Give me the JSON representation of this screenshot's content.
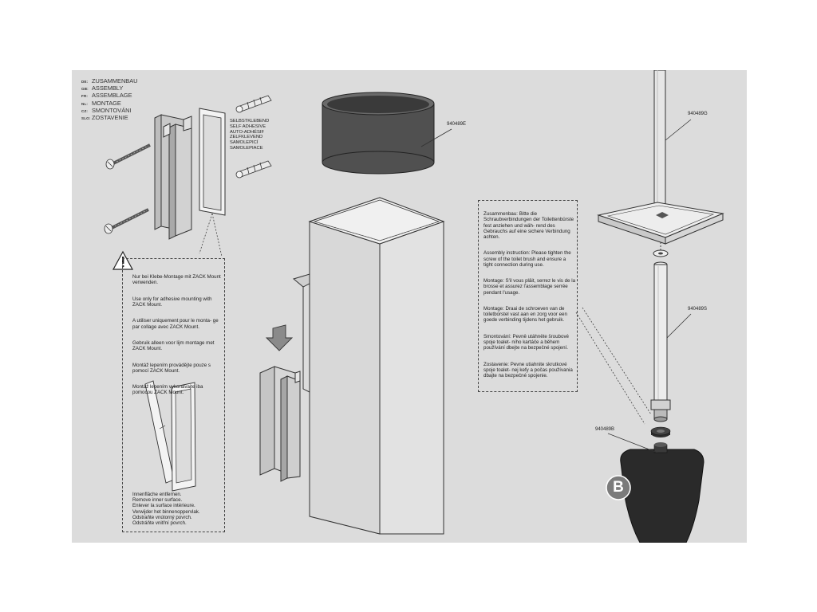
{
  "languages": [
    {
      "code": "DE:",
      "name": "ZUSAMMENBAU"
    },
    {
      "code": "GB:",
      "name": "ASSEMBLY"
    },
    {
      "code": "FR:",
      "name": "ASSEMBLAGE"
    },
    {
      "code": "NL:",
      "name": "MONTAGE"
    },
    {
      "code": "CZ:",
      "name": "SMONTOVÁNI"
    },
    {
      "code": "SLO:",
      "name": "ZOSTAVENIE"
    }
  ],
  "adhesive_labels": [
    "SELBSTKLEBEND",
    "SELF ADHESIVE",
    "AUTO-ADHÉSIF",
    "ZELFKLEVEND",
    "SAMOLEPICÍ",
    "SAMOLEPIACE"
  ],
  "warning_box": {
    "paragraphs": [
      "Nur bei Klebe-Montage mit ZACK\nMount verwenden.",
      "Use only for adhesive mounting with\nZACK Mount.",
      "A utiliser uniquement pour le monta-\nge par collage avec ZACK Mount.",
      "Gebruik alleen voor lijm montage\nmet ZACK Mount.",
      "Montáž lepením provádějte pouze s\npomocí ZACK Mount.",
      "Montáž lepením vykonávajte iba\npomocou ZACK Mount."
    ],
    "remove_surface": "Innenfläche entfernen.\nRemove inner surface.\nEnlever la surface intérieure.\nVerwijder het binnenoppervlak.\nOdstraňte vnútorný povrch.\nOdstráňte vnitřní povrch."
  },
  "instructions_box": {
    "paragraphs": [
      "Zusammenbau:\nBitte die Schraubverbindungen der\nToilettenbürste fest anziehen und wäh-\nrend des Gebrauchs auf eine sichere\nVerbindung achten.",
      "Assembly instruction:\nPlease tighten the screw of the toilet\nbrush and ensure a tight connection\nduring use.",
      "Montage:\nS'il vous plâit, serrez le vis de la brosse\net assurez l'assemblage serrée pendant\nl'usage.",
      "Montage:\nDraai de schroeven van de toiletborstel\nvast aan en zorg voor een goede\nverbinding tijdens het gebruik.",
      "Smontování:\nPevně utáhněte šroubové spoje toalet-\nního kartáče a během používání dbejte\nna bezpečné spojení.",
      "Zostavenie:\nPevne utiahnite skrutkové spoje toalet-\nnej kefy a počas používania dbajte na\nbezpečné spojenie."
    ]
  },
  "part_refs": {
    "insert": "940489E",
    "handle_top": "940489G",
    "handle_mid": "940489S",
    "brush_head": "940489B"
  },
  "brush_badge": "B",
  "colors": {
    "background": "#dcdcdc",
    "insert_dark": "#505050",
    "brush_dark": "#2a2a2a",
    "line": "#333333"
  }
}
